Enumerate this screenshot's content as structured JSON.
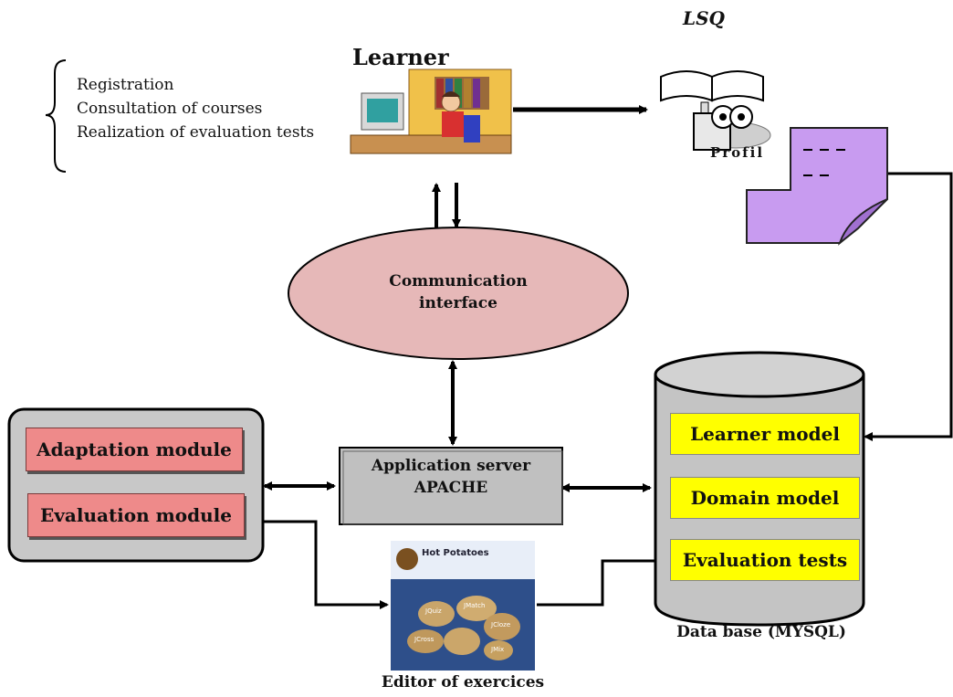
{
  "learner": {
    "title": "Learner",
    "actions": [
      "Registration",
      "Consultation of courses",
      "Realization of evaluation tests"
    ]
  },
  "lsq": {
    "title": "LSQ",
    "profile_label": "Profil"
  },
  "communication": {
    "line1": "Communication",
    "line2": "interface"
  },
  "app_server": {
    "line1": "Application server",
    "line2": "APACHE"
  },
  "modules": {
    "adaptation": "Adaptation module",
    "evaluation": "Evaluation module"
  },
  "database": {
    "items": [
      "Learner model",
      "Domain model",
      "Evaluation tests"
    ],
    "caption": "Data base (MYSQL)"
  },
  "editor": {
    "caption": "Editor of exercices",
    "logo_text": "Hot Potatoes",
    "potato_labels": [
      "JQuiz",
      "JMatch",
      "JCloze",
      "JCross",
      "JMix"
    ]
  },
  "colors": {
    "ellipse_fill": "#e6b8b8",
    "module_fill": "#ee8a8a",
    "db_item_fill": "#ffff00",
    "profile_doc_fill": "#c89bf0",
    "server_fill": "#c0c0c0"
  }
}
